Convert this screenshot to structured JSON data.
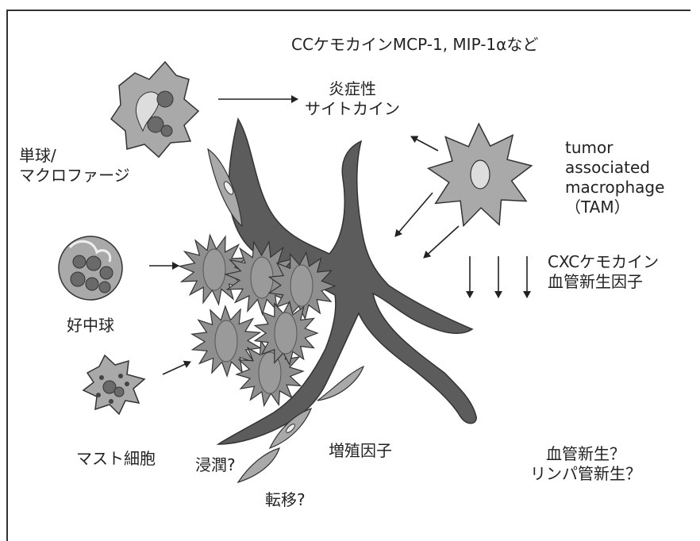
{
  "title": "CCケモカインMCP-1, MIP-1αなど",
  "labels": {
    "inflammatory": "炎症性\nサイトカイン",
    "monocyte": "単球/\nマクロファージ",
    "tam": "tumor\nassociated\nmacrophage\n（TAM）",
    "neutrophil": "好中球",
    "cxc": "CXCケモカイン\n血管新生因子",
    "mast": "マスト細胞",
    "invasion": "浸潤?",
    "growth": "増殖因子",
    "metastasis": "転移?",
    "angio": "血管新生？\nリンパ管新生？"
  },
  "colors": {
    "cell_fill": "#a9a9a9",
    "tumor_fill": "#8f8f8f",
    "vessel_fill": "#5c5c5c",
    "nucleus_fill": "#6a6a6a",
    "outline": "#333333"
  },
  "icons": [
    "monocyte-cell",
    "neutrophil-cell",
    "mast-cell",
    "tam-cell",
    "tumor-cells",
    "blood-vessel",
    "fibroblast"
  ]
}
